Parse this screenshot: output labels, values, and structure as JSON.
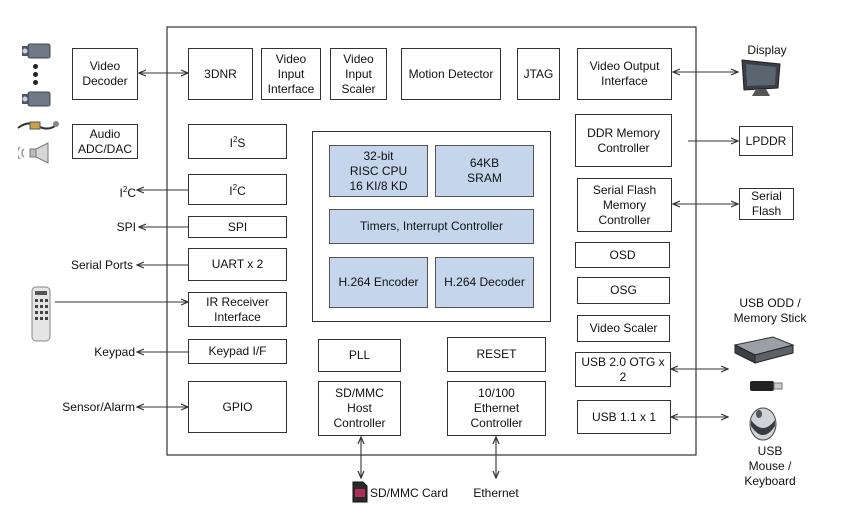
{
  "blocks": {
    "video_decoder": "Video\nDecoder",
    "audio_adc_dac": "Audio\nADC/DAC",
    "dnr": "3DNR",
    "video_input_interface": "Video\nInput\nInterface",
    "video_input_scaler": "Video\nInput\nScaler",
    "motion_detector": "Motion Detector",
    "jtag": "JTAG",
    "video_output_interface": "Video Output\nInterface",
    "i2s_main": "I",
    "i2s_sup": "2",
    "i2s_tail": "S",
    "i2c_main": "I",
    "i2c_sup": "2",
    "i2c_tail": "C",
    "spi": "SPI",
    "uart": "UART x 2",
    "ir_receiver": "IR Receiver\nInterface",
    "keypad_if": "Keypad I/F",
    "gpio": "GPIO",
    "cpu": "32-bit\nRISC CPU\n16 KI/8 KD",
    "sram": "64KB\nSRAM",
    "timers": "Timers, Interrupt Controller",
    "h264_encoder": "H.264 Encoder",
    "h264_decoder": "H.264 Decoder",
    "pll": "PLL",
    "reset": "RESET",
    "sd_mmc_host": "SD/MMC\nHost\nController",
    "ethernet_controller": "10/100\nEthernet\nController",
    "ddr_memory": "DDR Memory\nController",
    "serial_flash_memory": "Serial Flash\nMemory\nController",
    "osd": "OSD",
    "osg": "OSG",
    "video_scaler": "Video Scaler",
    "usb_otg": "USB 2.0 OTG x 2",
    "usb_11": "USB 1.1 x 1",
    "lpddr": "LPDDR",
    "serial_flash": "Serial\nFlash"
  },
  "labels": {
    "i2c_main": "I",
    "i2c_sup": "2",
    "i2c_tail": "C",
    "spi": "SPI",
    "serial_ports": "Serial Ports",
    "keypad": "Keypad",
    "sensor_alarm": "Sensor/Alarm",
    "display": "Display",
    "usb_odd": "USB ODD /\nMemory Stick",
    "usb_mouse": "USB\nMouse /\nKeyboard",
    "sd_mmc_card": "SD/MMC Card",
    "ethernet": "Ethernet"
  },
  "icons": [
    "camera-icon",
    "camera-icon",
    "cable-connector-icon",
    "speaker-icon",
    "remote-control-icon",
    "monitor-icon",
    "optical-drive-icon",
    "usb-stick-icon",
    "mouse-icon",
    "sd-card-icon"
  ]
}
